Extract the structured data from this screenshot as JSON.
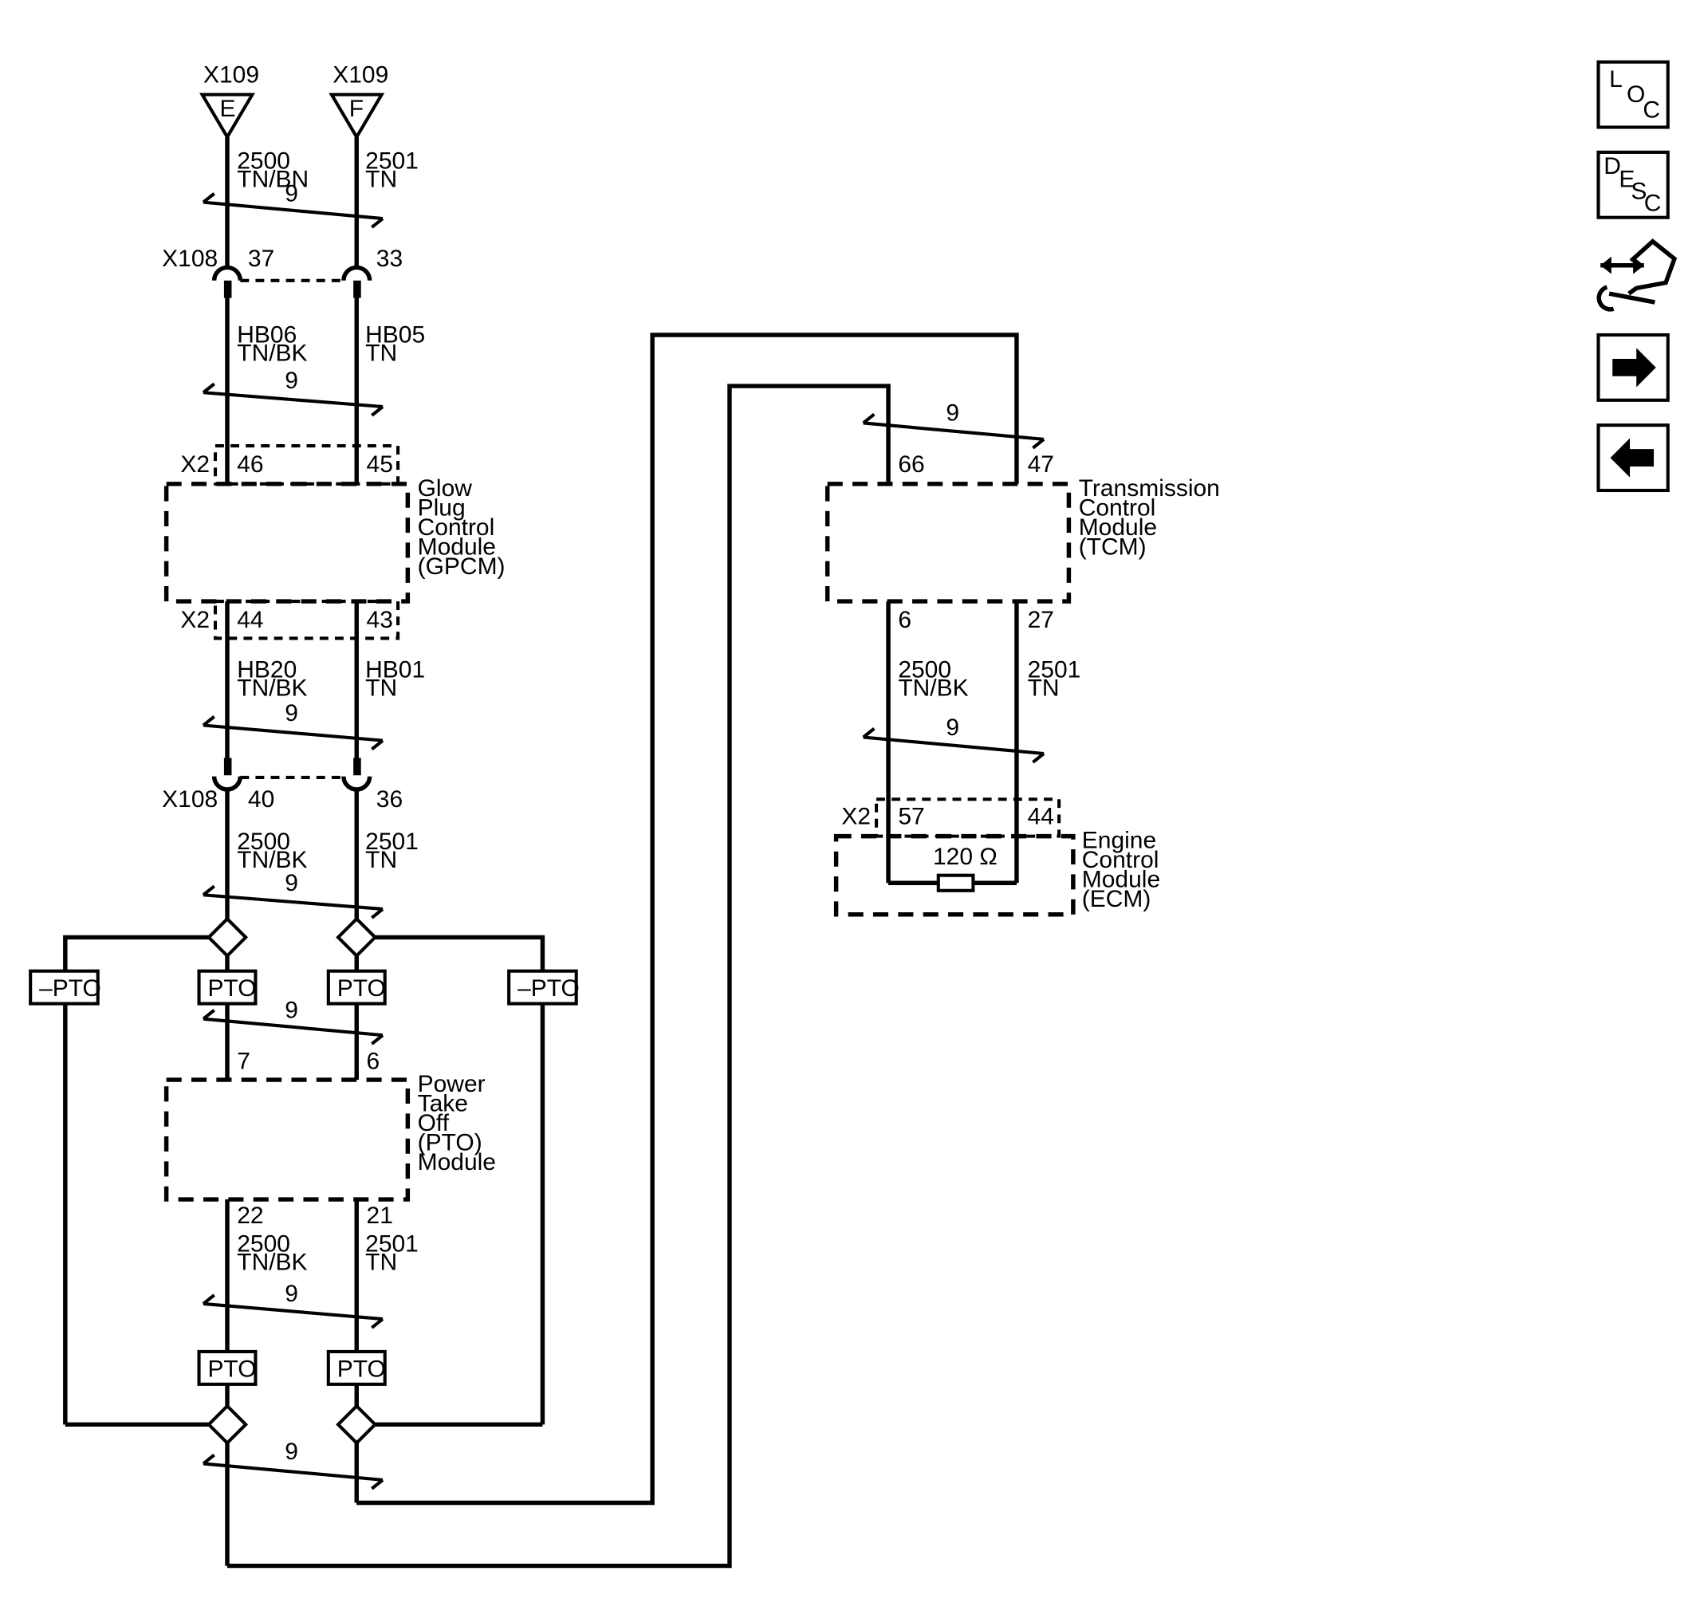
{
  "connectors": {
    "x109_left": {
      "name": "X109",
      "pin": "E"
    },
    "x109_right": {
      "name": "X109",
      "pin": "F"
    },
    "x108_top": {
      "name": "X108",
      "pin_left": "37",
      "pin_right": "33"
    },
    "x108_bottom": {
      "name": "X108",
      "pin_left": "40",
      "pin_right": "36"
    }
  },
  "wires": {
    "w1_left": {
      "circuit": "2500",
      "color": "TN/BN"
    },
    "w1_right": {
      "circuit": "2501",
      "color": "TN"
    },
    "w2_left": {
      "circuit": "HB06",
      "color": "TN/BK"
    },
    "w2_right": {
      "circuit": "HB05",
      "color": "TN"
    },
    "w3_left": {
      "circuit": "HB20",
      "color": "TN/BK"
    },
    "w3_right": {
      "circuit": "HB01",
      "color": "TN"
    },
    "w4_left": {
      "circuit": "2500",
      "color": "TN/BK"
    },
    "w4_right": {
      "circuit": "2501",
      "color": "TN"
    },
    "w5_left": {
      "circuit": "2500",
      "color": "TN/BK"
    },
    "w5_right": {
      "circuit": "2501",
      "color": "TN"
    },
    "tcm_left": {
      "circuit": "2500",
      "color": "TN/BK"
    },
    "tcm_right": {
      "circuit": "2501",
      "color": "TN"
    }
  },
  "twist_label": "9",
  "gpcm": {
    "connector": "X2",
    "pins_top": [
      "46",
      "45"
    ],
    "pins_bottom": [
      "44",
      "43"
    ],
    "name_lines": [
      "Glow",
      "Plug",
      "Control",
      "Module",
      "(GPCM)"
    ]
  },
  "pto_module": {
    "pins_top": [
      "7",
      "6"
    ],
    "pins_bottom": [
      "22",
      "21"
    ],
    "name_lines": [
      "Power",
      "Take",
      "Off",
      "(PTO)",
      "Module"
    ]
  },
  "tcm": {
    "pins_top": [
      "66",
      "47"
    ],
    "pins_bottom": [
      "6",
      "27"
    ],
    "name_lines": [
      "Transmission",
      "Control",
      "Module",
      "(TCM)"
    ]
  },
  "ecm": {
    "connector": "X2",
    "pins": [
      "57",
      "44"
    ],
    "resistor": "120 Ω",
    "name_lines": [
      "Engine",
      "Control",
      "Module",
      "(ECM)"
    ]
  },
  "option_labels": {
    "pto": "PTO",
    "no_pto": "–PTO"
  },
  "nav": {
    "loc": [
      "L",
      "O",
      "C"
    ],
    "desc": [
      "D",
      "E",
      "S",
      "C"
    ],
    "connector_icon": "connector-wrench-icon",
    "next_icon": "arrow-right-icon",
    "prev_icon": "arrow-left-icon"
  }
}
